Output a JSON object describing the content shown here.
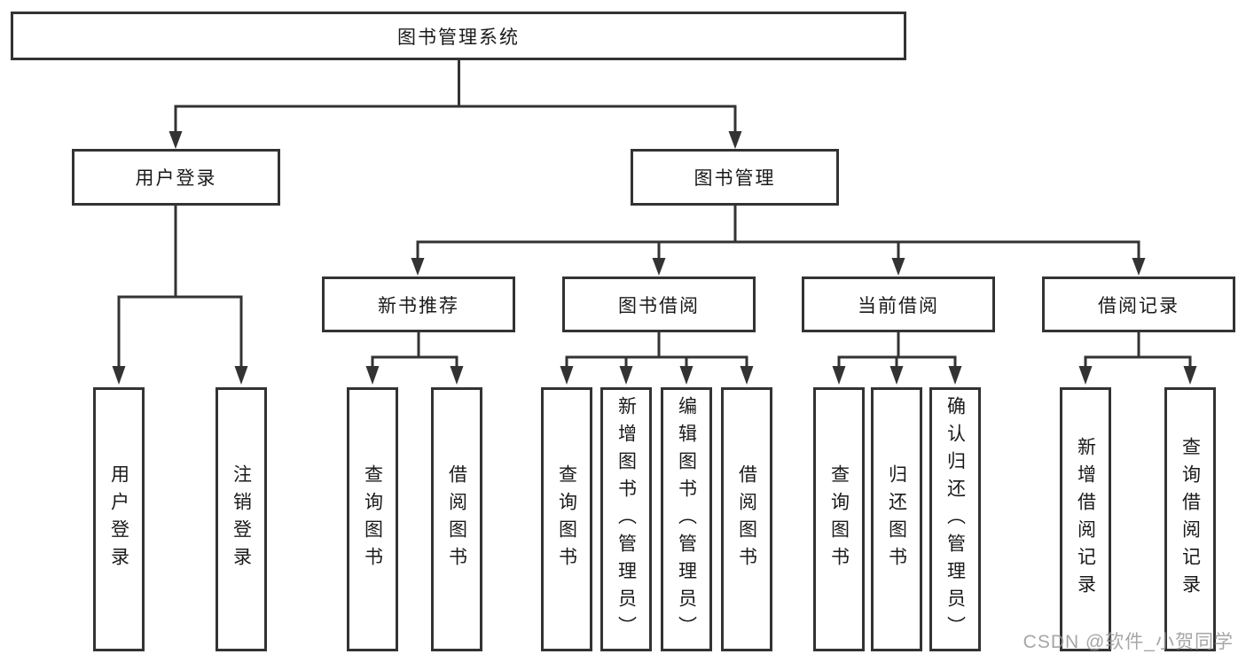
{
  "diagram": {
    "type": "tree",
    "root": {
      "label": "图书管理系统",
      "children": [
        {
          "label": "用户登录",
          "children": [
            {
              "label": "用户登录"
            },
            {
              "label": "注销登录"
            }
          ]
        },
        {
          "label": "图书管理",
          "children": [
            {
              "label": "新书推荐",
              "children": [
                {
                  "label": "查询图书"
                },
                {
                  "label": "借阅图书"
                }
              ]
            },
            {
              "label": "图书借阅",
              "children": [
                {
                  "label": "查询图书"
                },
                {
                  "label": "新增图书（管理员）"
                },
                {
                  "label": "编辑图书（管理员）"
                },
                {
                  "label": "借阅图书"
                }
              ]
            },
            {
              "label": "当前借阅",
              "children": [
                {
                  "label": "查询图书"
                },
                {
                  "label": "归还图书"
                },
                {
                  "label": "确认归还（管理员）"
                }
              ]
            },
            {
              "label": "借阅记录",
              "children": [
                {
                  "label": "新增借阅记录"
                },
                {
                  "label": "查询借阅记录"
                }
              ]
            }
          ]
        }
      ]
    },
    "watermark": "CSDN @软件_小贺同学",
    "colors": {
      "line": "#333333",
      "box_border": "#333333",
      "text": "#1a1a1a",
      "watermark_text": "#969696",
      "background": "#ffffff"
    }
  }
}
